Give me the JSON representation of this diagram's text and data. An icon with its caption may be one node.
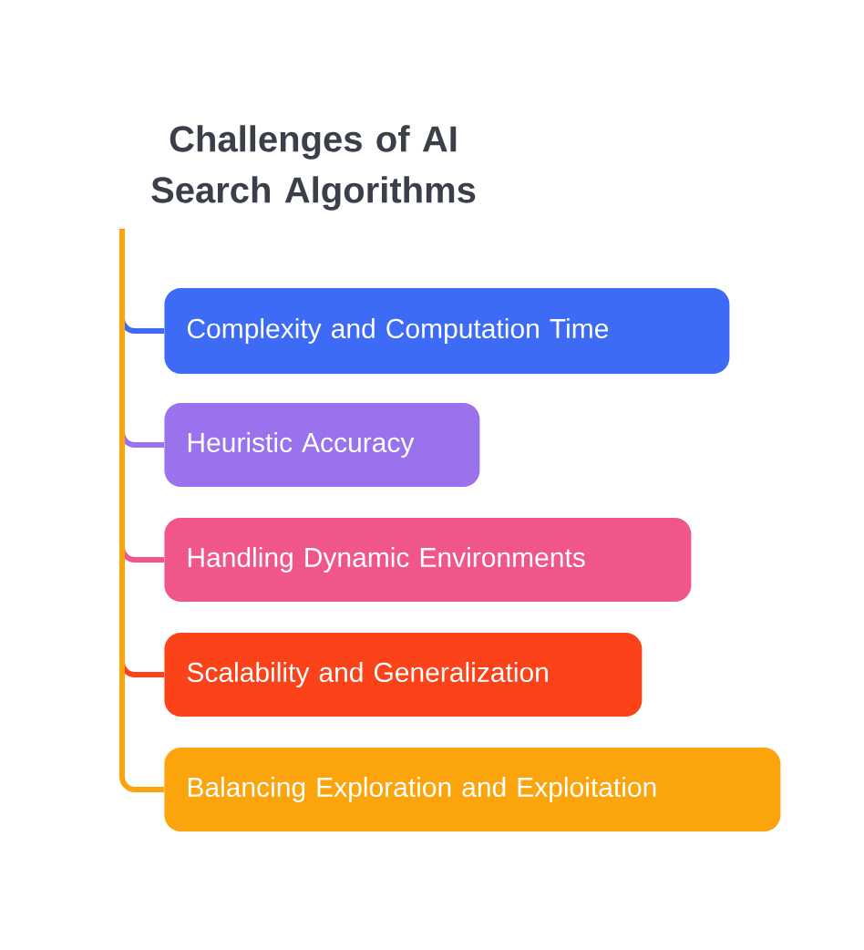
{
  "diagram": {
    "nodes": [
      {
        "text": [
          "Challenges of AI Search Algorithms"
        ]
      },
      {
        "text": [
          "Complexity and Computation Time"
        ]
      },
      {
        "text": [
          "Heuristic Accuracy"
        ]
      },
      {
        "text": [
          "Handling Dynamic Environments"
        ]
      },
      {
        "text": [
          "Scalability and Generalization"
        ]
      },
      {
        "text": [
          "Balancing Exploration and Exploitation"
        ]
      }
    ],
    "edges": [
      {
        "from": 0,
        "to": 1,
        "arrow": "none",
        "color": "#3d6bf5"
      },
      {
        "from": 0,
        "to": 2,
        "arrow": "none",
        "color": "#9b72ee"
      },
      {
        "from": 0,
        "to": 3,
        "arrow": "none",
        "color": "#f0568a"
      },
      {
        "from": 0,
        "to": 4,
        "arrow": "none",
        "color": "#fb4219"
      },
      {
        "from": 0,
        "to": 5,
        "arrow": "none",
        "color": "#fca40b"
      }
    ]
  }
}
